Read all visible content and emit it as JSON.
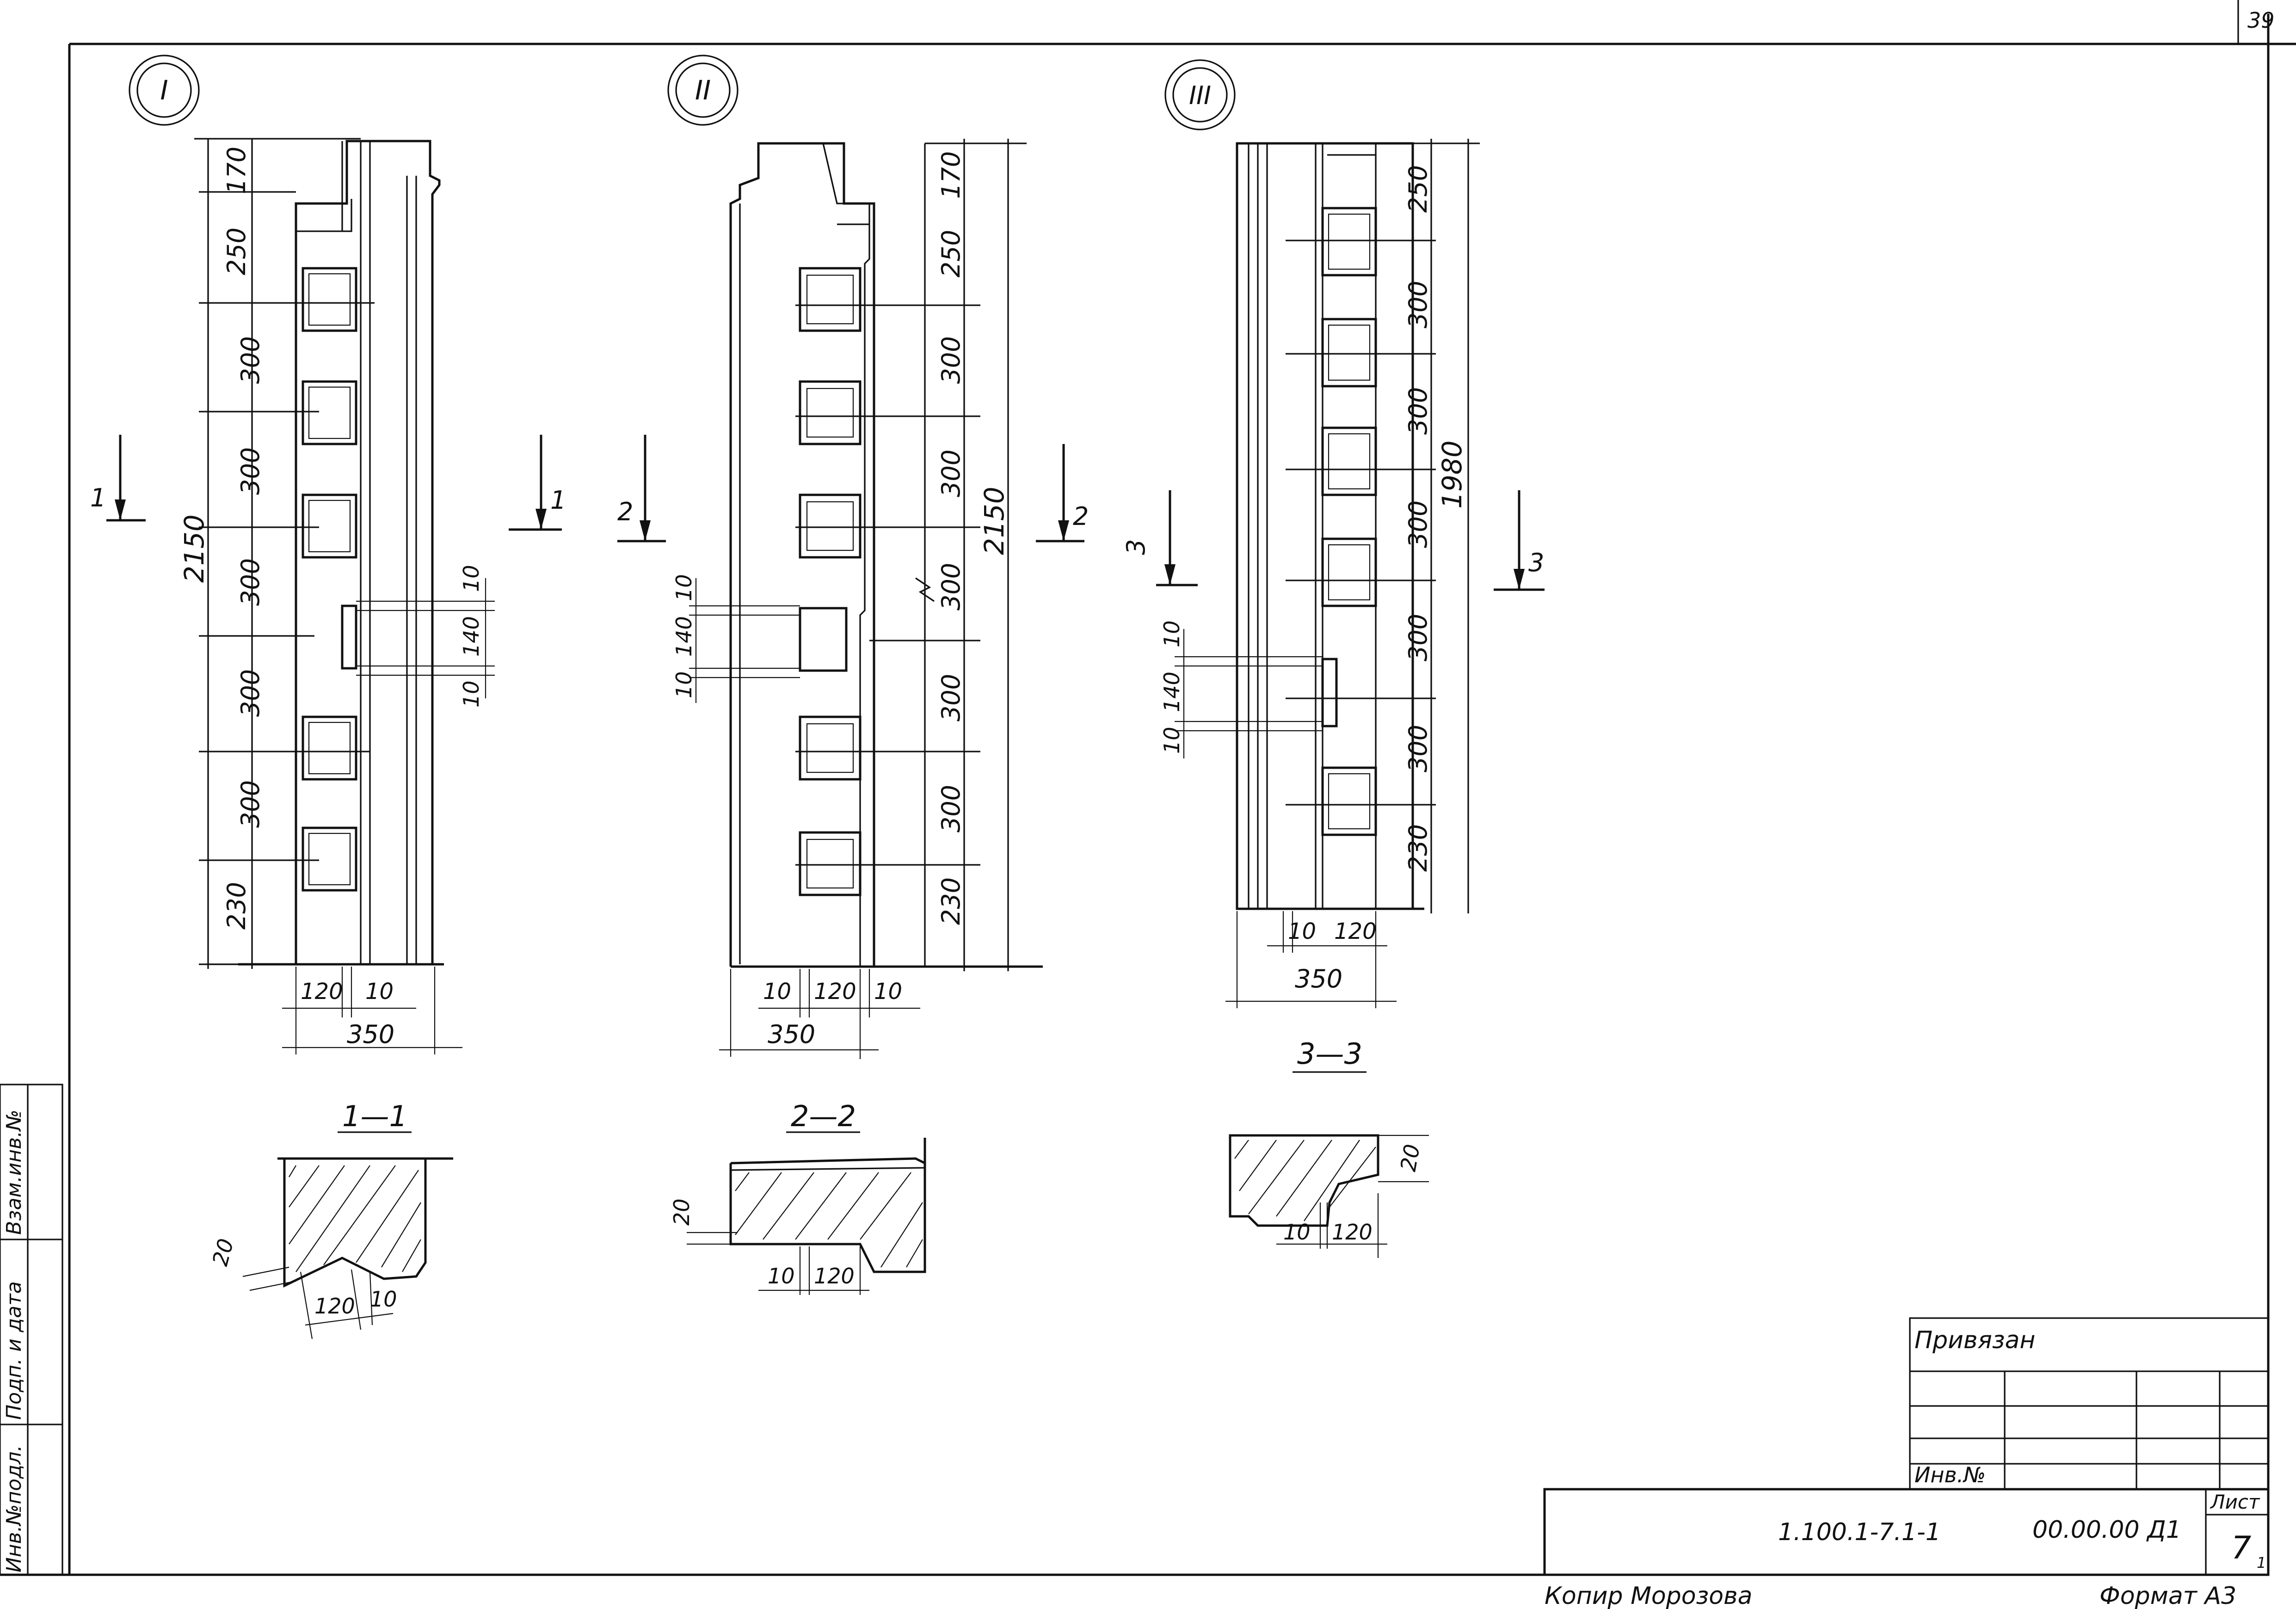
{
  "sheet": {
    "page_number": "39",
    "approval_label": "Привязан",
    "inventory_label": "Инв.№",
    "designation": "1.100.1-7.1-1",
    "code": "00.00.00 Д1",
    "sheet_label": "Лист",
    "sheet_number": "7",
    "sheet_sub": "1",
    "copied_by": "Копир Морозова",
    "format": "Формат А3",
    "side_stamp": [
      "Инв.№подл.",
      "Подп. и дата",
      "Взам.инв.№"
    ]
  },
  "views": {
    "I": {
      "marker": "I",
      "section_arrow": "1",
      "overall": "2150",
      "segments": [
        "170",
        "250",
        "300",
        "300",
        "300",
        "300",
        "300",
        "230"
      ],
      "detail_right": [
        "10",
        "140",
        "10"
      ],
      "bottom_dims": [
        "120",
        "10"
      ],
      "width": "350"
    },
    "II": {
      "marker": "II",
      "section_arrow": "2",
      "overall": "2150",
      "segments": [
        "170",
        "250",
        "300",
        "300",
        "300",
        "300",
        "300",
        "230"
      ],
      "detail_left": [
        "10",
        "140",
        "10"
      ],
      "bottom_dims": [
        "10",
        "120",
        "10"
      ],
      "width": "350"
    },
    "III": {
      "marker": "III",
      "section_arrow": "3",
      "overall": "1980",
      "segments": [
        "250",
        "300",
        "300",
        "300",
        "300",
        "300",
        "230"
      ],
      "detail_left": [
        "10",
        "140",
        "10"
      ],
      "bottom_dims": [
        "10",
        "120"
      ],
      "width": "350"
    }
  },
  "sections": {
    "s1": {
      "title": "1—1",
      "dims": [
        "20",
        "120",
        "10"
      ]
    },
    "s2": {
      "title": "2—2",
      "dims": [
        "20",
        "10",
        "120"
      ]
    },
    "s3": {
      "title": "3—3",
      "dims": [
        "20",
        "10",
        "120"
      ]
    }
  }
}
